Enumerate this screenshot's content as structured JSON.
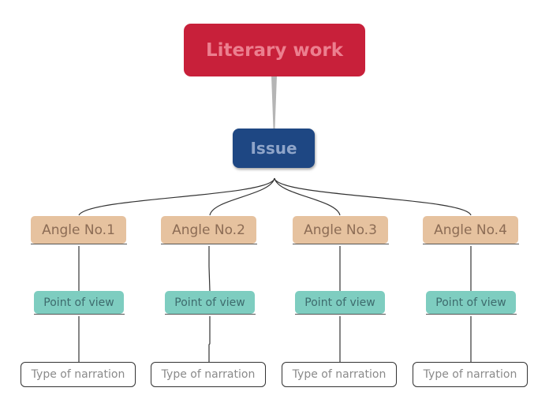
{
  "root": {
    "label": "Literary work"
  },
  "issue": {
    "label": "Issue"
  },
  "angles": [
    {
      "label": "Angle No.1",
      "point": "Point of view",
      "type": "Type of narration"
    },
    {
      "label": "Angle No.2",
      "point": "Point of view",
      "type": "Type of narration"
    },
    {
      "label": "Angle No.3",
      "point": "Point of view",
      "type": "Type of narration"
    },
    {
      "label": "Angle No.4",
      "point": "Point of view",
      "type": "Type of narration"
    }
  ],
  "colors": {
    "root_fill": "#c8203a",
    "issue_fill": "#1e4783",
    "angle_fill": "#e6c29f",
    "point_fill": "#7ecdc0",
    "connector": "#333333",
    "root_connector": "#b5b5b5"
  }
}
